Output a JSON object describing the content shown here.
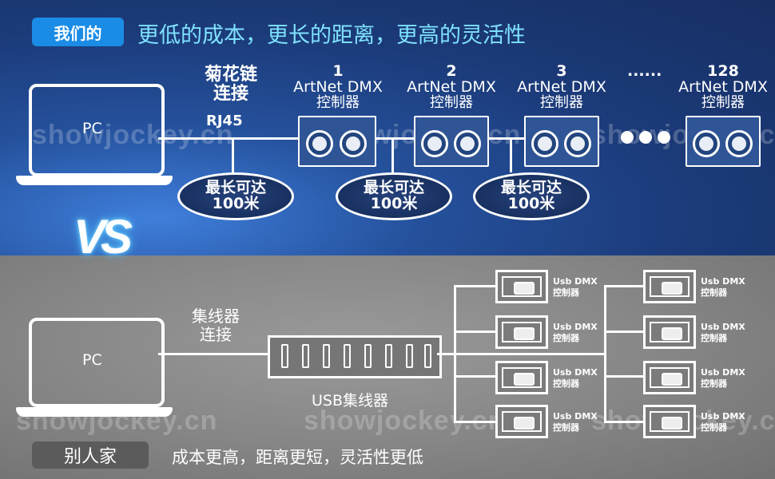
{
  "header": {
    "ours_label": "我们的",
    "ours_headline": "更低的成本，更长的距离，更高的灵活性",
    "theirs_label": "别人家",
    "theirs_headline": "成本更高，距离更短，灵活性更低"
  },
  "watermark": "showjockey.cn",
  "top": {
    "pc_label": "PC",
    "chain_label_line1": "菊花链",
    "chain_label_line2": "连接",
    "chain_label_line3": "RJ45",
    "devices": [
      {
        "number": "1",
        "line1": "ArtNet DMX",
        "line2": "控制器"
      },
      {
        "number": "2",
        "line1": "ArtNet DMX",
        "line2": "控制器"
      },
      {
        "number": "3",
        "line1": "ArtNet DMX",
        "line2": "控制器"
      },
      {
        "number": "128",
        "line1": "ArtNet DMX",
        "line2": "控制器"
      }
    ],
    "ellipsis": "......",
    "distance": [
      {
        "line1": "最长可达",
        "line2": "100米"
      },
      {
        "line1": "最长可达",
        "line2": "100米"
      },
      {
        "line1": "最长可达",
        "line2": "100米"
      }
    ]
  },
  "vs_label": "VS",
  "bottom": {
    "pc_label": "PC",
    "hub_conn_line1": "集线器",
    "hub_conn_line2": "连接",
    "hub_label": "USB集线器",
    "usb_devices": [
      {
        "line1": "Usb DMX",
        "line2": "控制器"
      },
      {
        "line1": "Usb DMX",
        "line2": "控制器"
      },
      {
        "line1": "Usb DMX",
        "line2": "控制器"
      },
      {
        "line1": "Usb DMX",
        "line2": "控制器"
      },
      {
        "line1": "Usb DMX",
        "line2": "控制器"
      },
      {
        "line1": "Usb DMX",
        "line2": "控制器"
      },
      {
        "line1": "Usb DMX",
        "line2": "控制器"
      },
      {
        "line1": "Usb DMX",
        "line2": "控制器"
      }
    ]
  }
}
